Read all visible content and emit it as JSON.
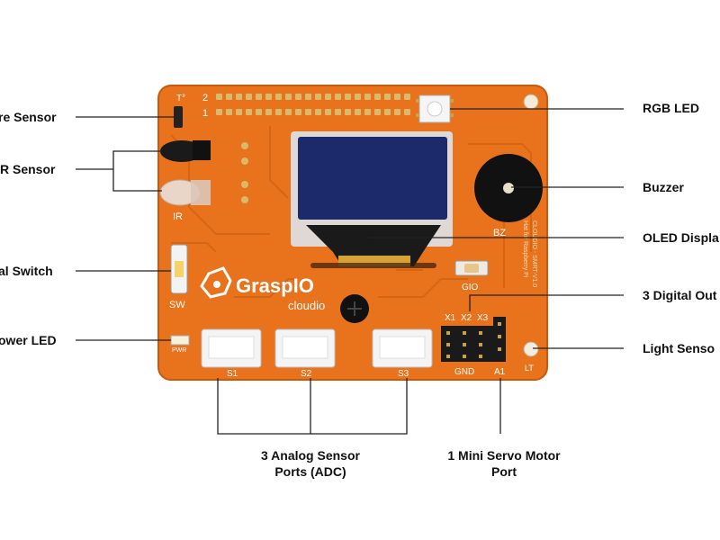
{
  "callouts": {
    "temperature_sensor": "re Sensor",
    "ir_sensor": "R Sensor",
    "tactile_switch": "al Switch",
    "power_led": "ower LED",
    "rgb_led": "RGB LED",
    "buzzer": "Buzzer",
    "oled_display": "OLED Displa",
    "digital_outputs": "3 Digital Out",
    "light_sensor": "Light Senso",
    "analog_ports_line1": "3 Analog Sensor",
    "analog_ports_line2": "Ports (ADC)",
    "servo_line1": "1 Mini Servo Motor",
    "servo_line2": "Port"
  },
  "board": {
    "brand": "GraspIO",
    "brand_sub": "cloudio",
    "header_row_2": "2",
    "header_row_1": "1",
    "temp_marker": "T°",
    "ir_label": "IR",
    "sw_label": "SW",
    "pwr_label": "PWR",
    "bz_label": "BZ",
    "gio_label": "GIO",
    "x_labels": [
      "X1",
      "X2",
      "X3"
    ],
    "s_labels": [
      "S1",
      "S2",
      "S3"
    ],
    "gnd_label": "GND",
    "a1_label": "A1",
    "lt_label": "LT",
    "side_text_1": "CLOUDIO - SMRT-V1.0",
    "side_text_2": "Hat for Raspberry Pi"
  },
  "colors": {
    "board": "#e8731c",
    "board_edge": "#c9590f",
    "trace": "#d06214",
    "oled_screen": "#1c2a6b",
    "oled_frame": "#dfe3ea",
    "header_pin": "#d9b96a",
    "connector": "#f4f4f4"
  }
}
